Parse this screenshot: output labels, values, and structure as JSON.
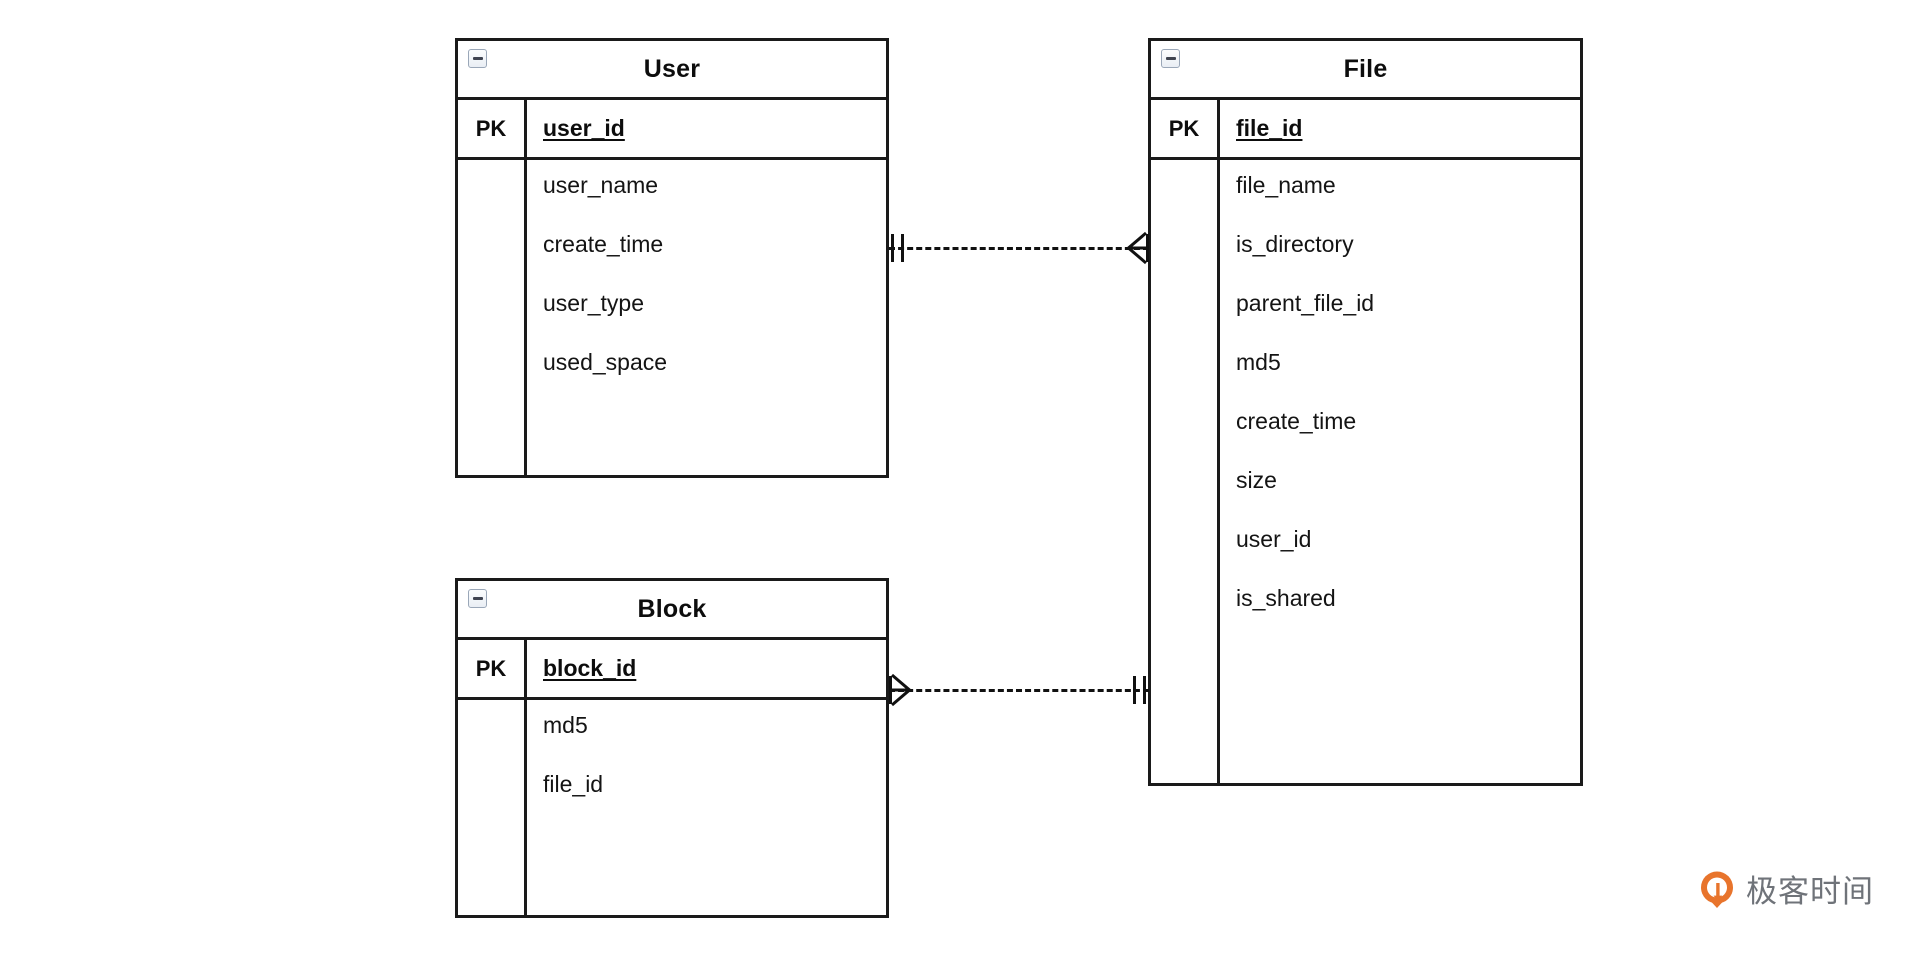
{
  "diagram": {
    "type": "entity-relationship-diagram",
    "background_color": "#ffffff",
    "line_color": "#111111",
    "pk_column_label": "PK",
    "collapse_icon_name": "collapse-minus-icon"
  },
  "entities": [
    {
      "id": "user",
      "name": "User",
      "collapse_icon": "minus-icon",
      "primary_key": {
        "key_label": "PK",
        "field": "user_id"
      },
      "attributes": [
        "user_name",
        "create_time",
        "user_type",
        "used_space"
      ]
    },
    {
      "id": "file",
      "name": "File",
      "collapse_icon": "minus-icon",
      "primary_key": {
        "key_label": "PK",
        "field": "file_id"
      },
      "attributes": [
        "file_name",
        "is_directory",
        "parent_file_id",
        "md5",
        "create_time",
        "size",
        "user_id",
        "is_shared"
      ]
    },
    {
      "id": "block",
      "name": "Block",
      "collapse_icon": "minus-icon",
      "primary_key": {
        "key_label": "PK",
        "field": "block_id"
      },
      "attributes": [
        "md5",
        "file_id"
      ]
    }
  ],
  "relationships": [
    {
      "id": "user-file",
      "from_entity": "User",
      "to_entity": "File",
      "from_cardinality": "one",
      "to_cardinality": "many",
      "line_style": "dashed",
      "label": ""
    },
    {
      "id": "block-file",
      "from_entity": "Block",
      "to_entity": "File",
      "from_cardinality": "many",
      "to_cardinality": "one",
      "line_style": "dashed",
      "label": ""
    }
  ],
  "watermark": {
    "text": "极客时间",
    "logo_icon": "geektime-logo-icon",
    "logo_color": "#E8742C",
    "text_color": "#6f7379"
  }
}
